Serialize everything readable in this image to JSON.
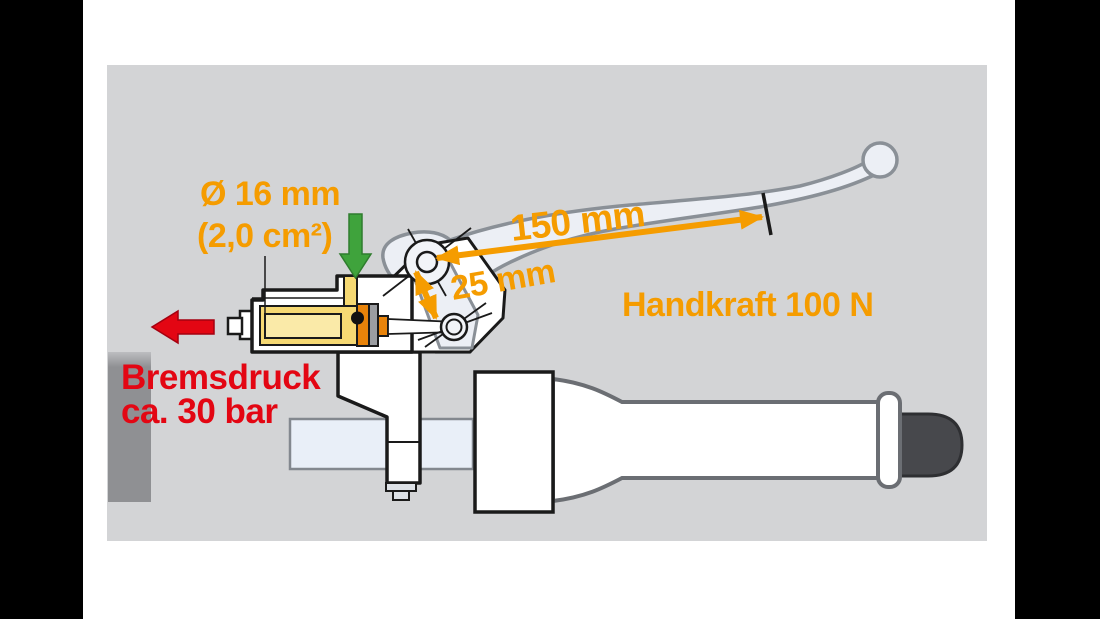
{
  "figure": {
    "title_semantics": "brake master cylinder lever force diagram",
    "labels": {
      "piston_diameter_line1": "Ø 16 mm",
      "piston_diameter_line2": "(2,0 cm²)",
      "lever_length": "150 mm",
      "pivot_distance": "25 mm",
      "hand_force": "Handkraft 100 N",
      "brake_pressure_line1": "Bremsdruck",
      "brake_pressure_line2": "ca. 30 bar"
    },
    "colors": {
      "dimension_orange": "#f59c00",
      "pressure_red": "#e30613",
      "force_green": "#3fa33c",
      "panel_gray": "#d3d4d6",
      "shadow_gray": "#8f9093",
      "fluid_yellow": "#f6d973",
      "fluid_yellow_light": "#faeaa8",
      "piston_orange": "#e8830a",
      "metal_gray": "#9b9da1",
      "lever_fill": "#eceff5",
      "lever_stroke": "#8a9097",
      "handlebar_fill": "#e9eff8",
      "grip_stroke": "#6b6e73",
      "bar_end_dark": "#47484c",
      "letterbox_black": "#000000",
      "outline_black": "#1a1a1a"
    }
  }
}
